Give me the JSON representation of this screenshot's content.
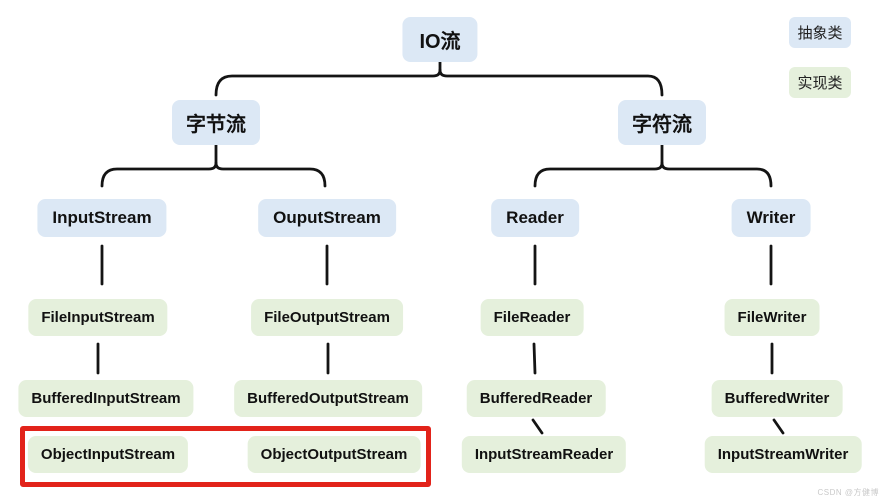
{
  "nodes": {
    "root": "IO流",
    "byte_stream": "字节流",
    "char_stream": "字符流",
    "input_stream": "InputStream",
    "output_stream": "OuputStream",
    "reader": "Reader",
    "writer": "Writer",
    "file_input_stream": "FileInputStream",
    "file_output_stream": "FileOutputStream",
    "file_reader": "FileReader",
    "file_writer": "FileWriter",
    "buffered_input_stream": "BufferedInputStream",
    "buffered_output_stream": "BufferedOutputStream",
    "buffered_reader": "BufferedReader",
    "buffered_writer": "BufferedWriter",
    "object_input_stream": "ObjectInputStream",
    "object_output_stream": "ObjectOutputStream",
    "input_stream_reader": "InputStreamReader",
    "input_stream_writer": "InputStreamWriter"
  },
  "legend": {
    "abstract_label": "抽象类",
    "implementation_label": "实现类"
  },
  "colors": {
    "abstract_bg": "#dce8f5",
    "implementation_bg": "#e5f0dc",
    "highlight_border": "#e2231a",
    "connector": "#141414"
  },
  "watermark": "CSDN @方健博"
}
